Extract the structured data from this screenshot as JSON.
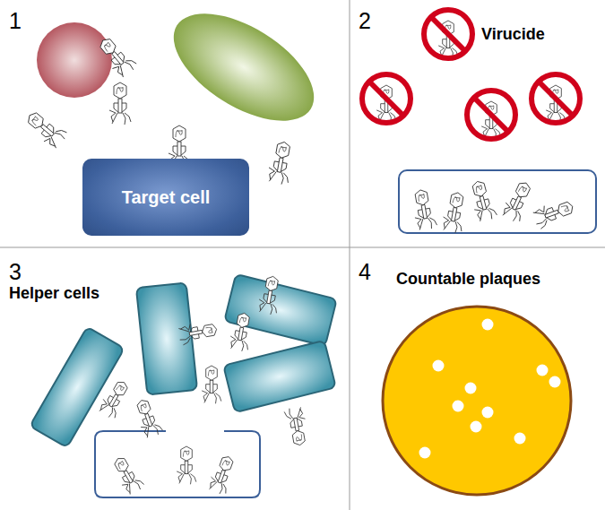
{
  "diagram": {
    "nodes": [
      {
        "text": [
          "Target cell"
        ]
      }
    ],
    "labels": [
      "1",
      "2",
      "Virucide",
      "3",
      "Helper cells",
      "4",
      "Countable plaques"
    ]
  }
}
